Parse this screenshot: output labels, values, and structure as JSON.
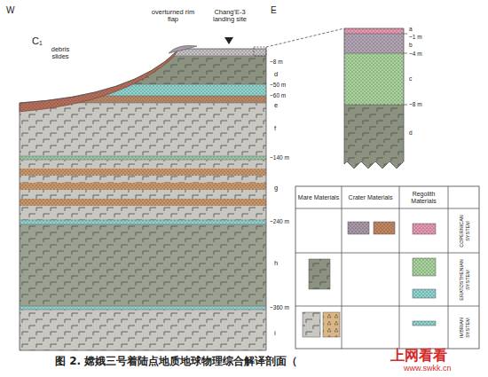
{
  "diagram": {
    "caption": "图 2. 嫦娥三号着陆点地质地球物理综合解译剖面（",
    "labels": [
      "W",
      "E",
      "C₁",
      "overturned rim flap",
      "Chang'E-3 landing site",
      "debris slides",
      "~8 m",
      "d",
      "~50 m",
      "~60 m",
      "e",
      "f",
      "~140 m",
      "g",
      "~240 m",
      "h",
      "~360 m",
      "i",
      "a",
      "~1 m",
      "b",
      "~4 m",
      "c",
      "~8 m",
      "d",
      "Mare Materials",
      "Crater Materials",
      "Regolith Materials",
      "COPERNICAN SYSTEM",
      "ERATOSTHENIAN SYSTEM",
      "IMBRIAN SYSTEM",
      "上网看看",
      "www.swkk.cn"
    ]
  }
}
